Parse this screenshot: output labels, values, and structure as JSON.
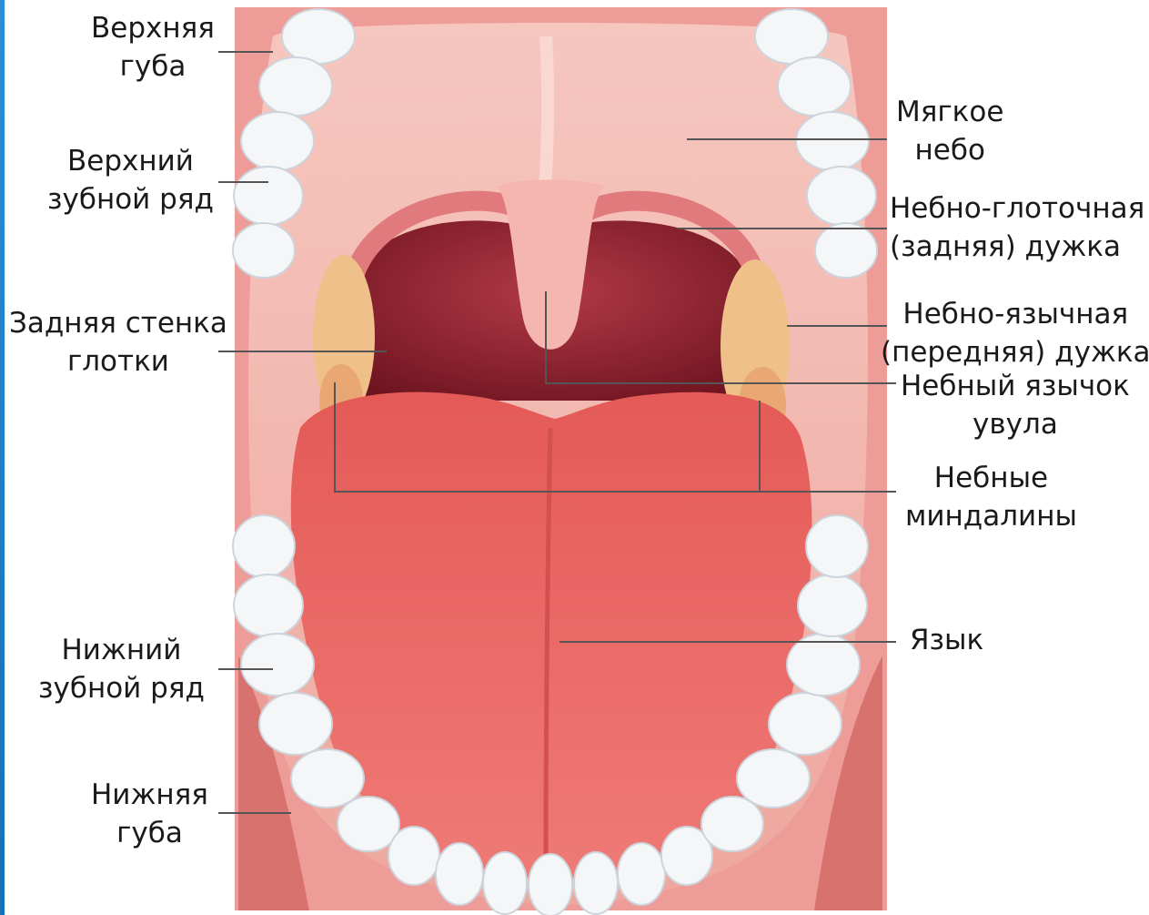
{
  "labels": {
    "upper_lip": [
      "Верхняя",
      "губа"
    ],
    "upper_teeth": [
      "Верхний",
      "зубной ряд"
    ],
    "pharynx_wall": [
      "Задняя стенка",
      "глотки"
    ],
    "lower_teeth": [
      "Нижний",
      "зубной ряд"
    ],
    "lower_lip": [
      "Нижняя",
      "губа"
    ],
    "soft_palate": [
      "Мягкое",
      "небо"
    ],
    "palatopharyngeal_arch": [
      "Небно-глоточная",
      "(задняя) дужка"
    ],
    "palatoglossal_arch": [
      "Небно-язычная",
      "(передняя) дужка"
    ],
    "uvula": [
      "Небный язычок",
      "увула"
    ],
    "tonsils": [
      "Небные",
      "миндалины"
    ],
    "tongue": [
      "Язык"
    ]
  },
  "colors": {
    "edge_bar": "#1f7fc8",
    "leader_line": "#555555",
    "mucosa": "#f0a8a4",
    "palate": "#f5c0b8",
    "throat": "#8a1f2c",
    "tongue": "#e8625e",
    "teeth": "#f4f6f8",
    "tonsil": "#f2c08a"
  }
}
